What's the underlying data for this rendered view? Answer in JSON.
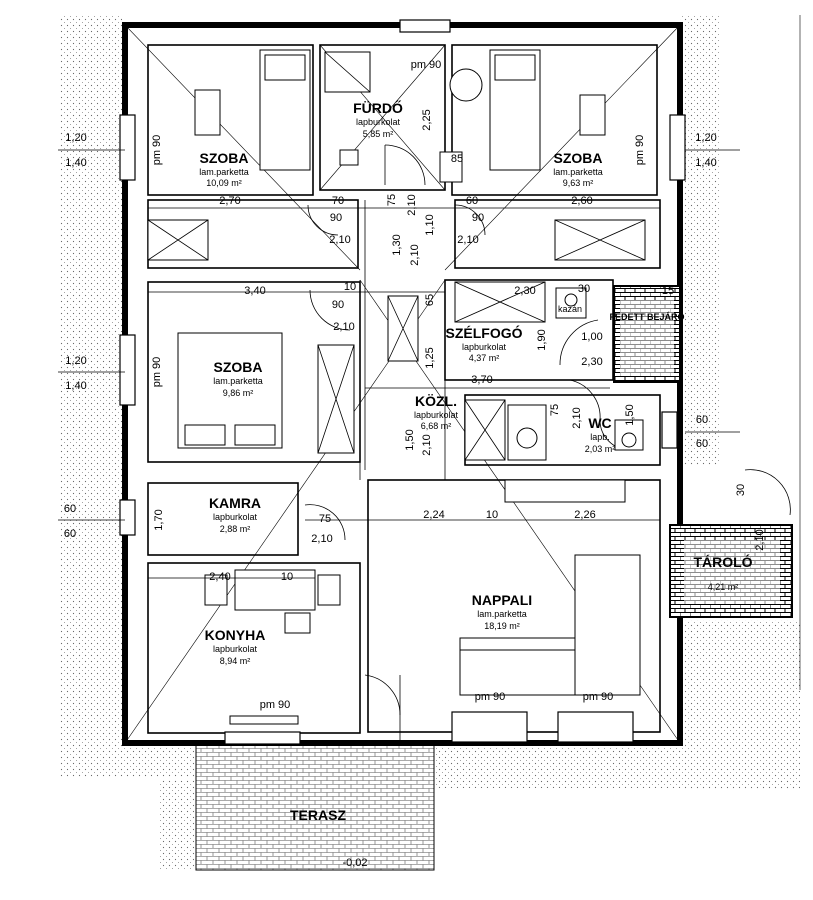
{
  "rooms": [
    {
      "id": "szoba1",
      "name": "SZOBA",
      "surface": "lam.parketta",
      "area": "10,09 m²"
    },
    {
      "id": "furdo",
      "name": "FÜRDŐ",
      "surface": "lapburkolat",
      "area": "5,85 m²"
    },
    {
      "id": "szoba2",
      "name": "SZOBA",
      "surface": "lam.parketta",
      "area": "9,63 m²"
    },
    {
      "id": "szoba3",
      "name": "SZOBA",
      "surface": "lam.parketta",
      "area": "9,86 m²"
    },
    {
      "id": "szelfogo",
      "name": "SZÉLFOGÓ",
      "surface": "lapburkolat",
      "area": "4,37 m²"
    },
    {
      "id": "kozl",
      "name": "KÖZL.",
      "surface": "lapburkolat",
      "area": "6,68 m²"
    },
    {
      "id": "wc",
      "name": "WC",
      "surface": "lapb.",
      "area": "2,03 m²"
    },
    {
      "id": "kamra",
      "name": "KAMRA",
      "surface": "lapburkolat",
      "area": "2,88 m²"
    },
    {
      "id": "konyha",
      "name": "KONYHA",
      "surface": "lapburkolat",
      "area": "8,94 m²"
    },
    {
      "id": "nappali",
      "name": "NAPPALI",
      "surface": "lam.parketta",
      "area": "18,19 m²"
    },
    {
      "id": "fedett",
      "name": "FEDETT BEJÁRÓ"
    },
    {
      "id": "tarolo",
      "name": "TÁROLÓ",
      "area": "4,21 m²"
    },
    {
      "id": "terasz",
      "name": "TERASZ"
    }
  ],
  "labels": {
    "kazan": "kazán",
    "pm90": "pm 90",
    "level": "-0,02"
  },
  "dims": {
    "d270": "2,70",
    "d260": "2,60",
    "d340": "3,40",
    "d230": "2,30",
    "d370": "3,70",
    "d224": "2,24",
    "d226": "2,26",
    "d240": "2,40",
    "d210": "2,10",
    "d90": "90",
    "d70": "70",
    "d75": "75",
    "d60": "60",
    "d10": "10",
    "d15": "15",
    "d100": "1,00",
    "d30": "30",
    "d85": "85",
    "d120": "1,20",
    "d140": "1,40",
    "d170": "1,70",
    "d225": "2,25",
    "d130": "1,30",
    "d110": "1,10",
    "d190": "1,90",
    "d125": "1,25",
    "d150": "1,50",
    "d65": "65"
  }
}
